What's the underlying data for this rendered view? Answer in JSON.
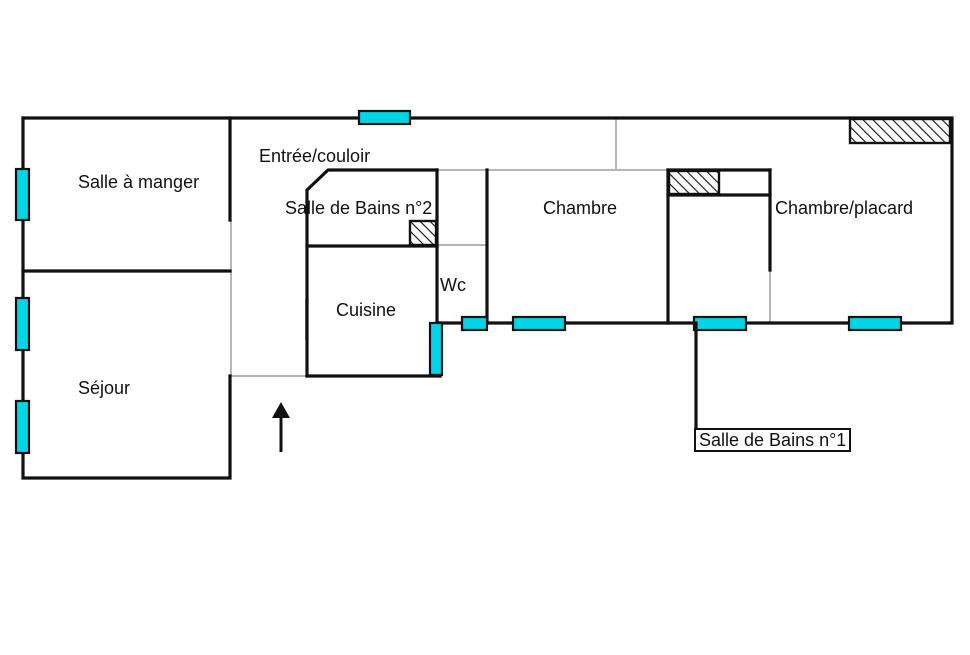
{
  "rooms": {
    "salle_a_manger": "Salle à manger",
    "entree_couloir": "Entrée/couloir",
    "salle_de_bains_2": "Salle de Bains n°2",
    "chambre": "Chambre",
    "chambre_placard": "Chambre/placard",
    "cuisine": "Cuisine",
    "wc": "Wc",
    "sejour": "Séjour",
    "salle_de_bains_1": "Salle de Bains n°1"
  },
  "colors": {
    "wall": "#111111",
    "partition": "#b5b5b5",
    "window": "#00d4e6",
    "background": "#ffffff",
    "hatch": "#111111"
  },
  "icons": {
    "entrance": "up-arrow-icon",
    "closet": "hatched-closet-icon",
    "window": "window-icon"
  }
}
